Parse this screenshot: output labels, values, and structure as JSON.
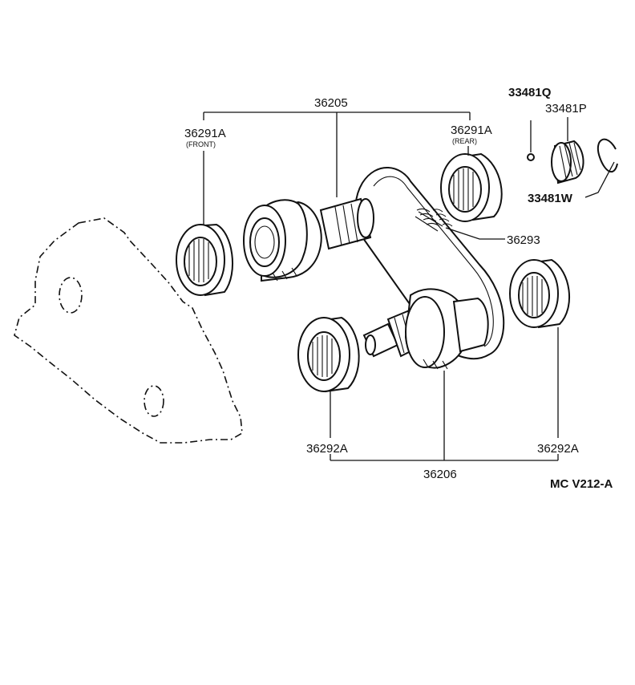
{
  "labels": {
    "front_drive_sprocket": "36205",
    "front_bearing": "36291A",
    "front_bearing_note": "(FRONT)",
    "rear_bearing": "36291A",
    "rear_bearing_note": "(REAR)",
    "driven_sprocket": "36206",
    "lower_left_bearing": "36292A",
    "lower_right_bearing": "36292A",
    "chain": "36293",
    "ball": "33481Q",
    "speedo_gear": "33481P",
    "snap_ring": "33481W",
    "diagram_code": "MC V212-A"
  }
}
